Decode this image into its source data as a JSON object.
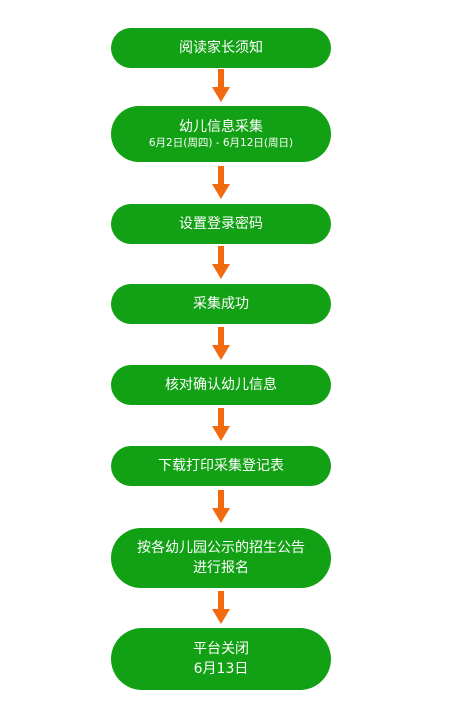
{
  "steps": [
    {
      "id": "read-notice",
      "lines": [
        "阅读家长须知"
      ],
      "sub": ""
    },
    {
      "id": "info-collection",
      "lines": [
        "幼儿信息采集"
      ],
      "sub": "6月2日(周四) - 6月12日(周日)"
    },
    {
      "id": "set-password",
      "lines": [
        "设置登录密码"
      ],
      "sub": ""
    },
    {
      "id": "collection-success",
      "lines": [
        "采集成功"
      ],
      "sub": ""
    },
    {
      "id": "confirm-info",
      "lines": [
        "核对确认幼儿信息"
      ],
      "sub": ""
    },
    {
      "id": "print-form",
      "lines": [
        "下载打印采集登记表"
      ],
      "sub": ""
    },
    {
      "id": "apply-per-notice",
      "lines": [
        "按各幼儿园公示的招生公告",
        "进行报名"
      ],
      "sub": ""
    },
    {
      "id": "platform-close",
      "lines": [
        "平台关闭",
        "6月13日"
      ],
      "sub": ""
    }
  ],
  "colors": {
    "step_fill": "#12a114",
    "step_text": "#ffffff",
    "arrow": "#f26a0f"
  }
}
